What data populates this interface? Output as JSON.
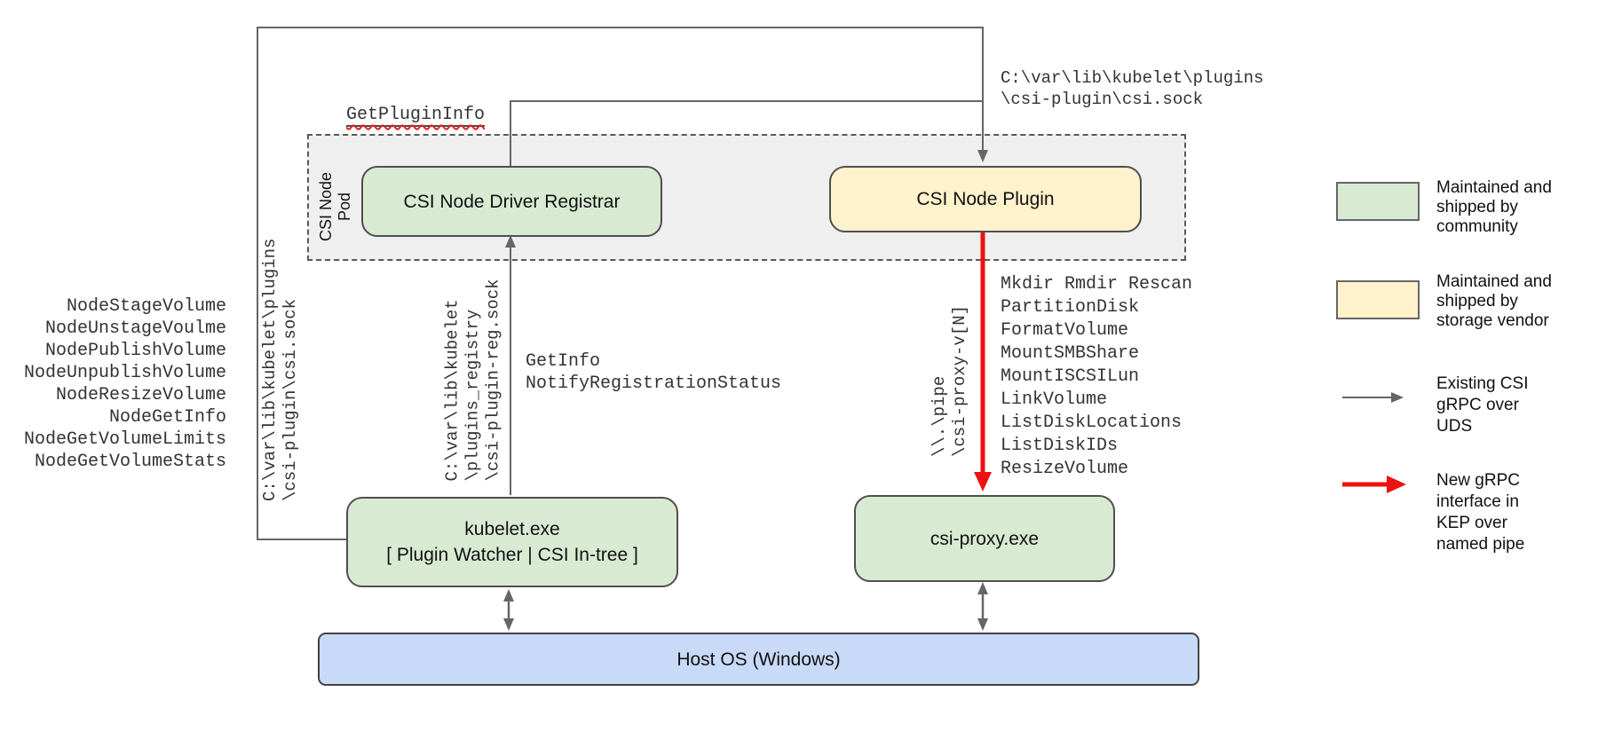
{
  "pod": {
    "label": "CSI Node Pod"
  },
  "boxes": {
    "registrar": "CSI Node Driver Registrar",
    "plugin": "CSI Node Plugin",
    "kubelet_line1": "kubelet.exe",
    "kubelet_line2": "[ Plugin Watcher | CSI In-tree ]",
    "csi_proxy": "csi-proxy.exe",
    "host_os": "Host OS (Windows)"
  },
  "labels": {
    "get_plugin_info": "GetPluginInfo",
    "csi_sock_path": "C:\\var\\lib\\kubelet\\plugins\n\\csi-plugin\\csi.sock",
    "csi_sock_path_vertical": "C:\\var\\lib\\kubelet\\plugins\n\\csi-plugin\\csi.sock",
    "plugin_reg_sock_vertical": "C:\\var\\lib\\kubelet\n\\plugins_registry\n\\csi-plugin-reg.sock",
    "named_pipe_vertical": "\\\\.\\pipe\n\\csi-proxy-v[N]",
    "registrar_rpcs": "GetInfo\nNotifyRegistrationStatus"
  },
  "kubelet_rpcs": [
    "NodeStageVolume",
    "NodeUnstageVoulme",
    "NodePublishVolume",
    "NodeUnpublishVolume",
    "NodeResizeVolume",
    "NodeGetInfo",
    "NodeGetVolumeLimits",
    "NodeGetVolumeStats"
  ],
  "proxy_apis": [
    "Mkdir Rmdir Rescan",
    "PartitionDisk",
    "FormatVolume",
    "MountSMBShare",
    "MountISCSILun",
    "LinkVolume",
    "ListDiskLocations",
    "ListDiskIDs",
    "ResizeVolume"
  ],
  "legend": {
    "community": "Maintained and\nshipped by\ncommunity",
    "vendor": "Maintained and\nshipped by\nstorage vendor",
    "existing": "Existing CSI\ngRPC over\nUDS",
    "new": "New gRPC\ninterface in\nKEP over\nnamed pipe"
  },
  "colors": {
    "community_green": "#d9ead3",
    "vendor_yellow": "#fff2cc",
    "host_blue": "#c9daf8",
    "pod_gray": "#efefef",
    "wire_gray": "#666666",
    "new_red": "#ee1111"
  }
}
